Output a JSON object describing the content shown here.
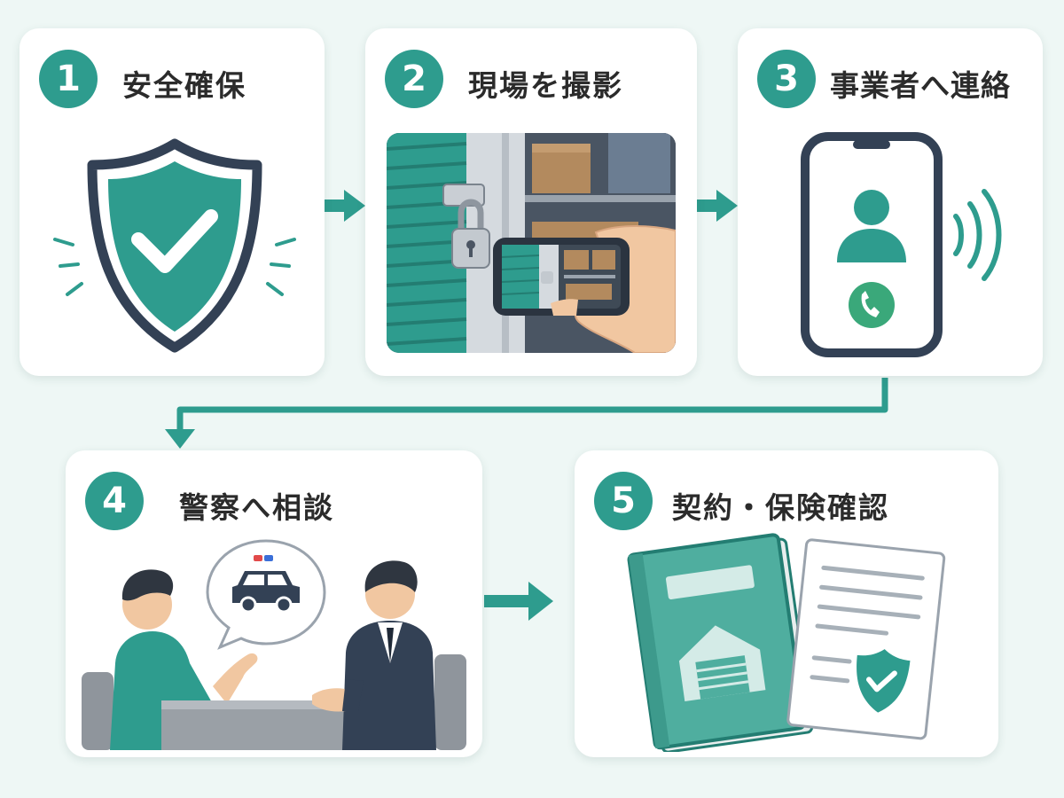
{
  "steps": [
    {
      "number": "1",
      "title": "安全確保",
      "icon": "shield-check-icon"
    },
    {
      "number": "2",
      "title": "現場を撮影",
      "icon": "camera-photo-icon"
    },
    {
      "number": "3",
      "title": "事業者へ連絡",
      "icon": "phone-call-icon"
    },
    {
      "number": "4",
      "title": "警察へ相談",
      "icon": "police-car-icon"
    },
    {
      "number": "5",
      "title": "契約・保険確認",
      "icon": "contract-document-icon"
    }
  ],
  "colors": {
    "accent": "#2e9c8e",
    "accent_light": "#5fb8ab",
    "dark": "#334155",
    "background": "#eef7f5",
    "card": "#ffffff"
  }
}
